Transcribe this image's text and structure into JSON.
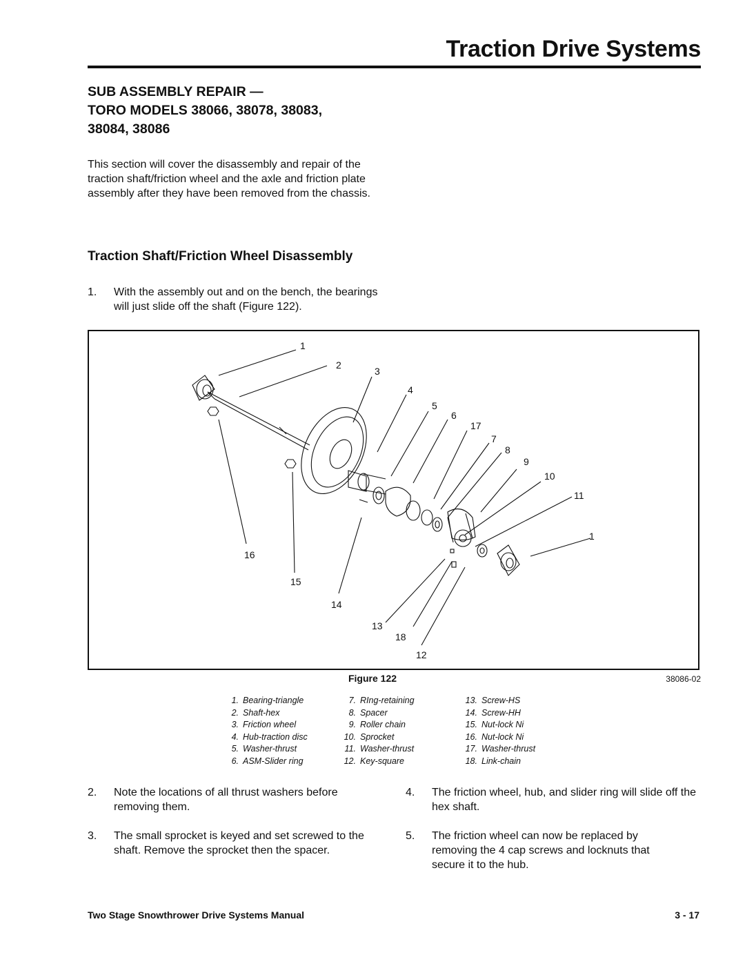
{
  "header": {
    "chapter_title": "Traction Drive Systems"
  },
  "section": {
    "heading_lines": [
      "SUB ASSEMBLY REPAIR —",
      "TORO MODELS 38066, 38078, 38083,",
      "38084, 38086"
    ],
    "intro": "This section will cover the disassembly and repair of the traction shaft/friction wheel and the axle and friction plate assembly after they have been removed from the chassis."
  },
  "subsection": {
    "heading": "Traction Shaft/Friction Wheel Disassembly"
  },
  "steps": [
    {
      "num": "1.",
      "text": "With the assembly out and on the bench, the bearings will just slide off the shaft (Figure 122)."
    },
    {
      "num": "2.",
      "text": "Note the locations of all thrust washers before removing them."
    },
    {
      "num": "3.",
      "text": "The small sprocket is keyed and set screwed to the shaft. Remove the sprocket then the spacer."
    },
    {
      "num": "4.",
      "text": "The friction wheel, hub, and slider ring will slide off the hex shaft."
    },
    {
      "num": "5.",
      "text": "The friction wheel can now be replaced by removing the 4 cap screws and locknuts that secure it to the hub."
    }
  ],
  "figure": {
    "caption": "Figure 122",
    "code": "38086-02",
    "callouts": [
      "1",
      "2",
      "3",
      "4",
      "5",
      "6",
      "17",
      "7",
      "8",
      "9",
      "10",
      "11",
      "1",
      "16",
      "15",
      "14",
      "13",
      "18",
      "12"
    ],
    "legend": [
      {
        "num": "1.",
        "label": "Bearing-triangle"
      },
      {
        "num": "2.",
        "label": "Shaft-hex"
      },
      {
        "num": "3.",
        "label": "Friction wheel"
      },
      {
        "num": "4.",
        "label": "Hub-traction disc"
      },
      {
        "num": "5.",
        "label": "Washer-thrust"
      },
      {
        "num": "6.",
        "label": "ASM-Slider ring"
      },
      {
        "num": "7.",
        "label": "RIng-retaining"
      },
      {
        "num": "8.",
        "label": "Spacer"
      },
      {
        "num": "9.",
        "label": "Roller chain"
      },
      {
        "num": "10.",
        "label": "Sprocket"
      },
      {
        "num": "11.",
        "label": "Washer-thrust"
      },
      {
        "num": "12.",
        "label": "Key-square"
      },
      {
        "num": "13.",
        "label": "Screw-HS"
      },
      {
        "num": "14.",
        "label": "Screw-HH"
      },
      {
        "num": "15.",
        "label": "Nut-lock Ni"
      },
      {
        "num": "16.",
        "label": "Nut-lock Ni"
      },
      {
        "num": "17.",
        "label": "Washer-thrust"
      },
      {
        "num": "18.",
        "label": "Link-chain"
      }
    ]
  },
  "footer": {
    "manual_title": "Two Stage Snowthrower Drive Systems Manual",
    "page_number": "3 - 17"
  }
}
